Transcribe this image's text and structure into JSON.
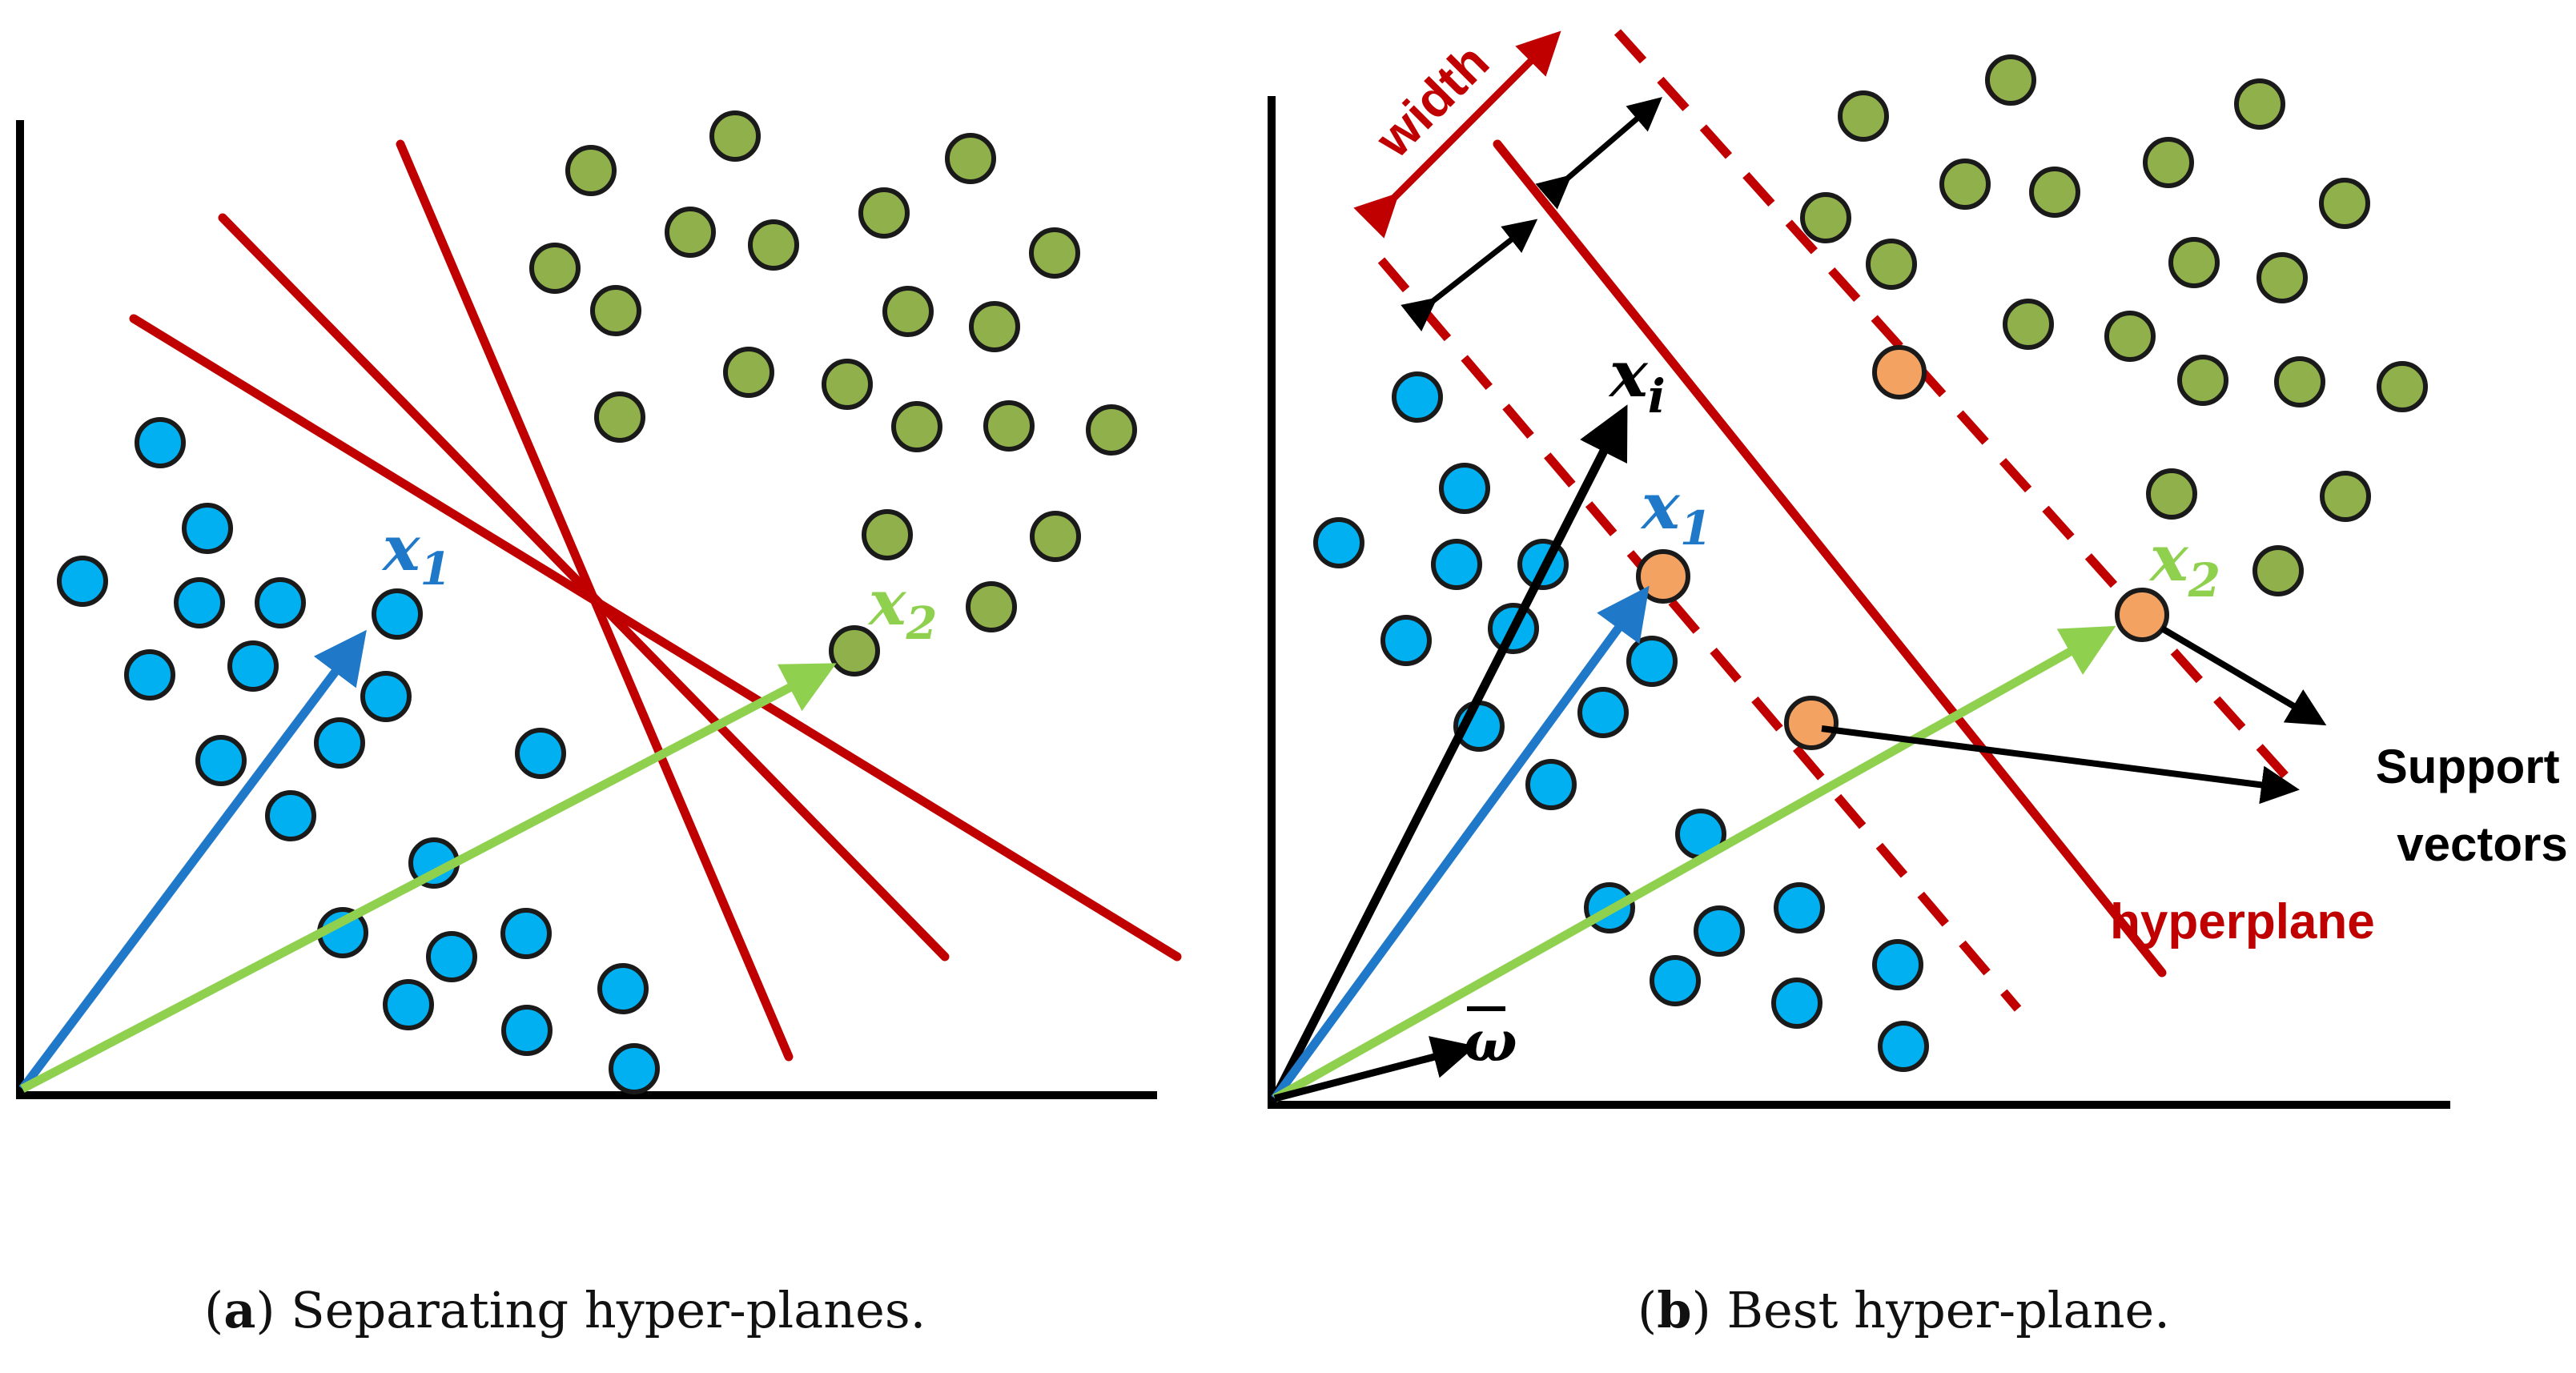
{
  "panel_a": {
    "vector_labels": {
      "x1": "x",
      "x1_sub": "1",
      "x2": "x",
      "x2_sub": "2"
    },
    "caption": {
      "letter": "a",
      "text": "Separating hyper-planes."
    }
  },
  "panel_b": {
    "vector_labels": {
      "xi": "x",
      "xi_sub": "i",
      "x1": "x",
      "x1_sub": "1",
      "x2": "x",
      "x2_sub": "2",
      "omega": "ω"
    },
    "width_label": "width",
    "hyperplane_label": "hyperplane",
    "support_label_line1": "Support",
    "support_label_line2": "vectors",
    "caption": {
      "letter": "b",
      "text": "Best hyper-plane."
    }
  },
  "colors": {
    "blue_point": "#00b0f0",
    "green_point": "#8fb04a",
    "orange_point": "#f4a261",
    "hyperplane": "#c00000",
    "x1_vector": "#1f78c8",
    "x2_vector": "#8fd14f",
    "axis": "#000000"
  }
}
